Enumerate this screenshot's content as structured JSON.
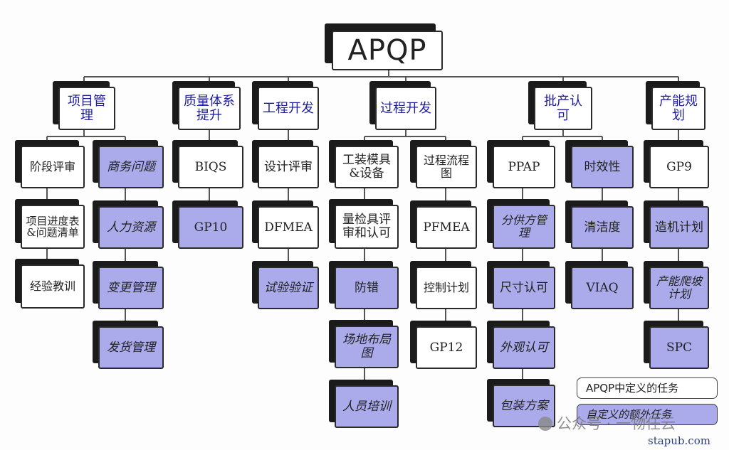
{
  "root": "APQP",
  "categories": [
    {
      "label": "项目管理"
    },
    {
      "label": "质量体系提升"
    },
    {
      "label": "工程开发"
    },
    {
      "label": "过程开发"
    },
    {
      "label": "批产认可"
    },
    {
      "label": "产能规划"
    }
  ],
  "tasks": {
    "c1a": [
      "阶段评审",
      "项目进度表&问题清单",
      "经验教训"
    ],
    "c1b": [
      "商务问题",
      "人力资源",
      "变更管理",
      "发货管理"
    ],
    "c2": [
      "BIQS",
      "GP10"
    ],
    "c3": [
      "设计评审",
      "DFMEA",
      "试验验证"
    ],
    "c4a": [
      "工装模具&设备",
      "量检具评审和认可",
      "防错",
      "场地布局图",
      "人员培训"
    ],
    "c4b": [
      "过程流程图",
      "PFMEA",
      "控制计划",
      "GP12"
    ],
    "c5a": [
      "PPAP",
      "分供方管理",
      "尺寸认可",
      "外观认可",
      "包装方案"
    ],
    "c5b": [
      "时效性",
      "清洁度",
      "VIAQ"
    ],
    "c6": [
      "GP9",
      "造机计划",
      "产能爬坡计划",
      "SPC"
    ]
  },
  "legend": {
    "defined": "APQP中定义的任务",
    "additional": "自定义的额外任务"
  },
  "colors": {
    "defined_task": "#ffffff",
    "additional_task": "#ababec",
    "category_text": "#1d1d9a",
    "shadow": "#1b1b1b"
  },
  "watermark": "公众号 · 一物任云",
  "site": "stapub.com"
}
